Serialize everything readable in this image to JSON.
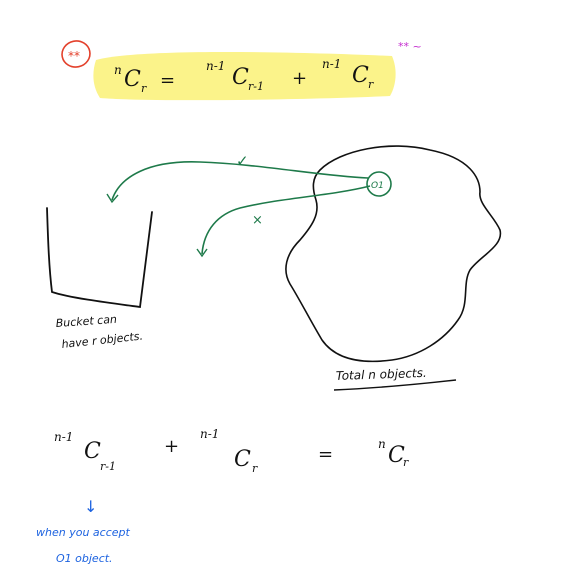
{
  "colors": {
    "ink": "#111111",
    "green": "#1e7a4a",
    "red": "#e3412c",
    "blue": "#1d63e0",
    "highlight": "#fbf38a",
    "purple": "#c42ccf"
  },
  "top_formula": {
    "star_mark": "**",
    "lhs_super": "n",
    "lhs_base": "C",
    "lhs_sub": "r",
    "equals": "=",
    "t1_super": "n-1",
    "t1_base": "C",
    "t1_sub": "r-1",
    "plus": "+",
    "t2_super": "n-1",
    "t2_base": "C",
    "t2_sub": "r",
    "side_note": "** ~"
  },
  "diagram": {
    "check_mark": "✓",
    "cross_mark": "×",
    "object_label": "O1",
    "bucket_caption_line1": "Bucket can",
    "bucket_caption_line2": "have r objects.",
    "total_caption": "Total n objects."
  },
  "bottom_formula": {
    "t1_super": "n-1",
    "t1_base": "C",
    "t1_sub": "r-1",
    "plus": "+",
    "t2_super": "n-1",
    "t2_base": "C",
    "t2_sub": "r",
    "equals": "=",
    "rhs_super": "n",
    "rhs_base": "C",
    "rhs_sub": "r",
    "arrow": "↓",
    "note_line1": "when you accept",
    "note_line2": "O1 object."
  }
}
